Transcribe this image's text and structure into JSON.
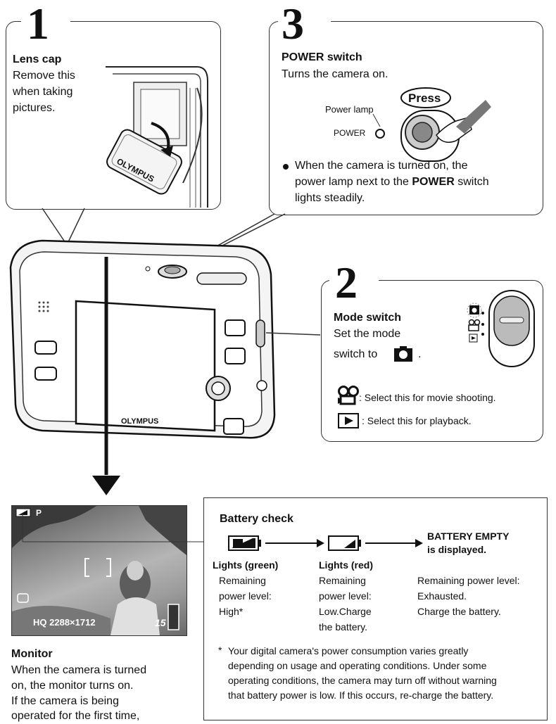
{
  "step1": {
    "number": "1",
    "title": "Lens cap",
    "lines": [
      "Remove this",
      "when taking",
      "pictures."
    ],
    "cap_brand": "OLYMPUS"
  },
  "step3": {
    "number": "3",
    "title": "POWER switch",
    "desc": "Turns the camera on.",
    "power_lamp_label": "Power lamp",
    "power_label": "POWER",
    "press_label": "Press",
    "bullet_lines": [
      "When the camera is turned on,  the",
      "power lamp next to the ",
      "POWER",
      " switch",
      "lights steadily."
    ]
  },
  "step2": {
    "number": "2",
    "title": "Mode switch",
    "line1": "Set the mode",
    "line2": "switch to",
    "line2_end": ".",
    "movie_desc": ": Select this for movie shooting.",
    "play_desc": ": Select this for playback."
  },
  "camera": {
    "brand": "OLYMPUS"
  },
  "monitor": {
    "title": "Monitor",
    "lines": [
      "When the camera is turned",
      "on, the monitor turns on.",
      "If the camera is being",
      "operated for the first time,"
    ],
    "mode_indicator": "P",
    "quality": "HQ",
    "resolution": "2288×1712",
    "frames": "15"
  },
  "battery": {
    "title": "Battery check",
    "empty_line1": "BATTERY EMPTY",
    "empty_line2": "is displayed.",
    "col1_head": "Lights (green)",
    "col1_lines": [
      "Remaining",
      "power level:",
      "High*"
    ],
    "col2_head": "Lights (red)",
    "col2_lines": [
      "Remaining",
      "power level:",
      "Low.Charge",
      "the battery."
    ],
    "col3_lines": [
      "Remaining power level:",
      "Exhausted.",
      "Charge the battery."
    ],
    "note_mark": "*",
    "note_lines": [
      "Your digital camera's power consumption varies greatly",
      "depending on usage and operating conditions. Under some",
      "operating conditions, the camera may turn off without warning",
      "that battery power is low. If this occurs, re-charge the battery."
    ]
  }
}
